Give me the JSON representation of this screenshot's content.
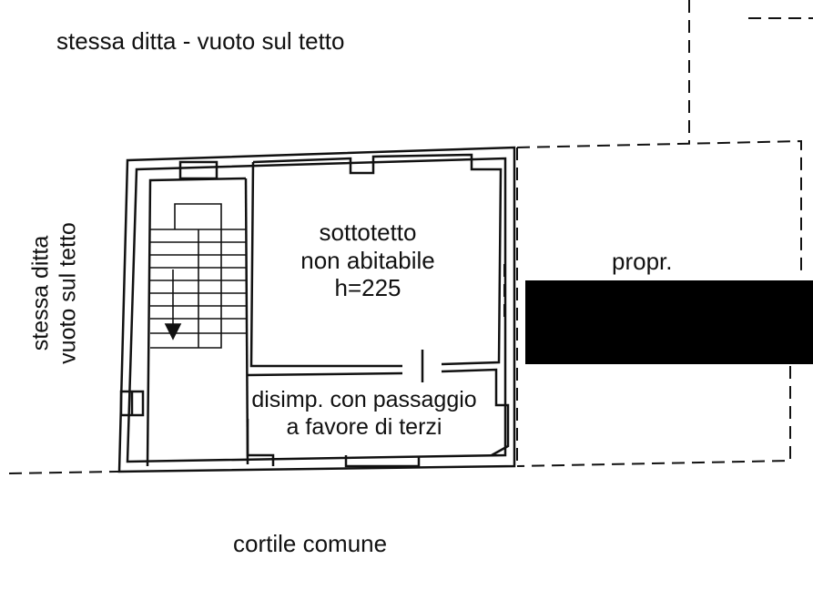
{
  "labels": {
    "top_neighbor": "stessa ditta - vuoto sul tetto",
    "left_neighbor_line1": "stessa ditta",
    "left_neighbor_line2": "vuoto sul tetto",
    "attic_line1": "sottotetto",
    "attic_line2": "non abitabile",
    "attic_line3": "h=225",
    "right_property": "propr.",
    "passage_line1": "disimp. con passaggio",
    "passage_line2": "a favore di terzi",
    "courtyard": "cortile comune"
  },
  "colors": {
    "ink": "#111111",
    "background": "#ffffff",
    "redaction_bar": "#000000"
  }
}
